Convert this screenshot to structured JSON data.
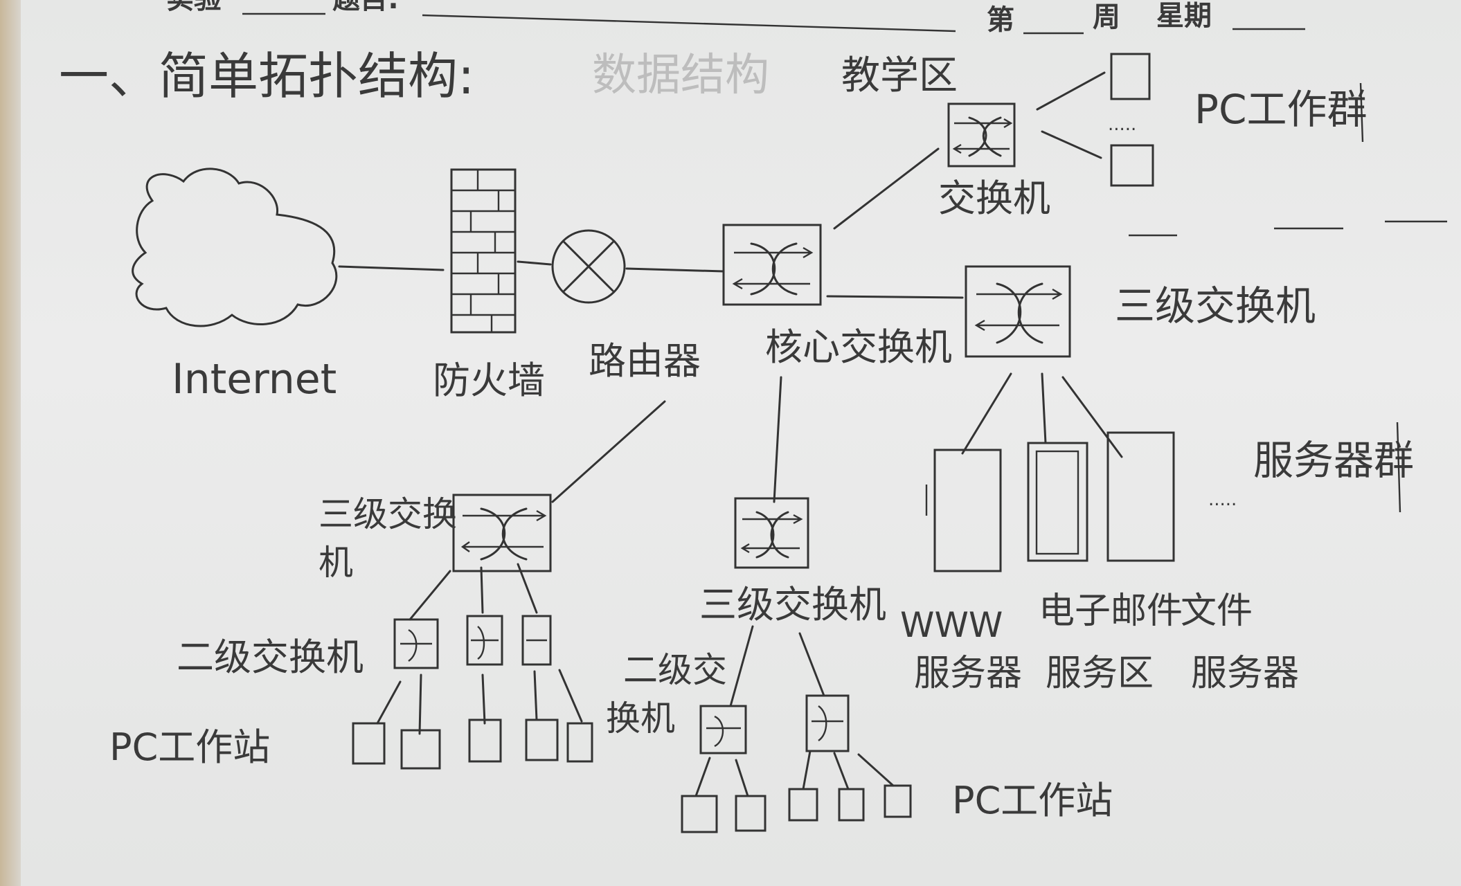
{
  "header": {
    "experiment_label": "实验",
    "title_label": "题目:",
    "week_label_prefix": "第",
    "week_label_suffix": "周",
    "weekday_label": "星期"
  },
  "heading": {
    "section_title": "一、简单拓扑结构:",
    "crossed_out_text": "数据结构",
    "area_label": "教学区"
  },
  "labels": {
    "internet": "Internet",
    "firewall": "防火墙",
    "router": "路由器",
    "core_switch": "核心交换机",
    "switch_top": "交换机",
    "pc_group_top": "PC工作群",
    "l3_switch_right": "三级交换机",
    "server_group": "服务器群",
    "www_server_line1": "WWW",
    "www_server_line2": "服务器",
    "mail_server_line1": "电子邮件",
    "mail_server_line2": "服务区",
    "file_server_line1": "文件",
    "file_server_line2": "服务器",
    "l3_switch_left_line1": "三级交换",
    "l3_switch_left_line2": "机",
    "l3_switch_mid": "三级交换机",
    "l2_switch_left": "二级交换机",
    "l2_switch_mid_line1": "二级交",
    "l2_switch_mid_line2": "换机",
    "pc_station_left": "PC工作站",
    "pc_station_mid": "PC工作站",
    "dots": "....."
  }
}
